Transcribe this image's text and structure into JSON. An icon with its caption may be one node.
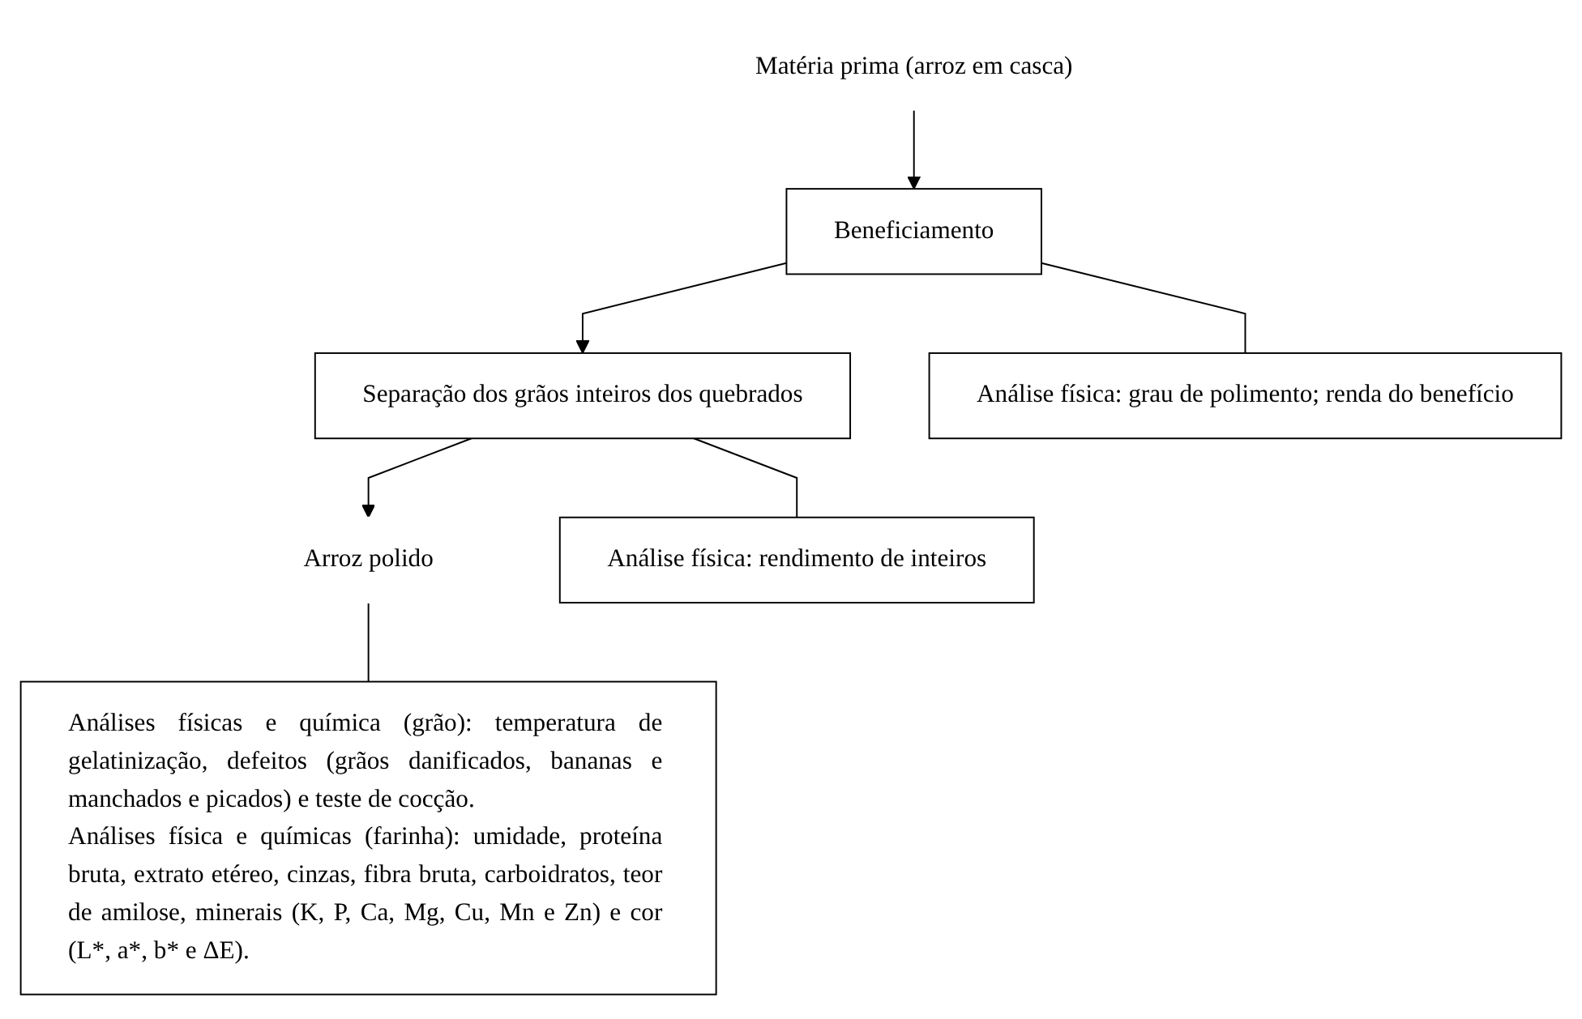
{
  "diagram": {
    "nodes": [
      {
        "text": [
          "Matéria prima (arroz em casca)"
        ]
      },
      {
        "text": [
          "Beneficiamento"
        ]
      },
      {
        "text": [
          "Separação dos grãos inteiros dos quebrados"
        ]
      },
      {
        "text": [
          "Arroz polido"
        ]
      },
      {
        "text": [
          "Análise física: grau de polimento; renda do benefício"
        ]
      },
      {
        "text": [
          "Análise física: rendimento de inteiros"
        ]
      },
      {
        "text": [
          "Análises físicas e química (grão): temperatura de gelatinização, defeitos (grãos danificados, bananas e manchados e picados) e teste de cocção.",
          "Análises física e químicas (farinha): umidade, proteína bruta, extrato etéreo, cinzas, fibra bruta, carboidratos, teor de amilose, minerais (K, P, Ca, Mg, Cu, Mn e Zn) e cor (L*, a*, b* e ΔE)."
        ]
      }
    ],
    "edges": [
      {
        "from": 0,
        "to": 1,
        "arrow": "to"
      },
      {
        "from": 1,
        "to": 2,
        "arrow": "to"
      },
      {
        "from": 2,
        "to": 3,
        "arrow": "to"
      },
      {
        "from": 1,
        "to": 4,
        "arrow": "none"
      },
      {
        "from": 2,
        "to": 5,
        "arrow": "none"
      },
      {
        "from": 3,
        "to": 6,
        "arrow": "none"
      }
    ]
  }
}
